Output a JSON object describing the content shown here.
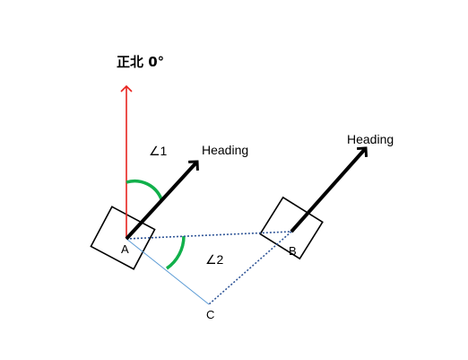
{
  "labels": {
    "north": "正北 0°",
    "heading_a": "Heading",
    "heading_b": "Heading",
    "point_a": "A",
    "point_b": "B",
    "point_c": "C",
    "angle_1": "∠1",
    "angle_2": "∠2"
  },
  "colors": {
    "north_arrow": "#e8231e",
    "angle_arc": "#11b04b",
    "heading_arrow": "#000000",
    "line_ac": "#5b9bd5",
    "dotted_lines": "#2f5597",
    "vehicle_box": "#000000"
  }
}
